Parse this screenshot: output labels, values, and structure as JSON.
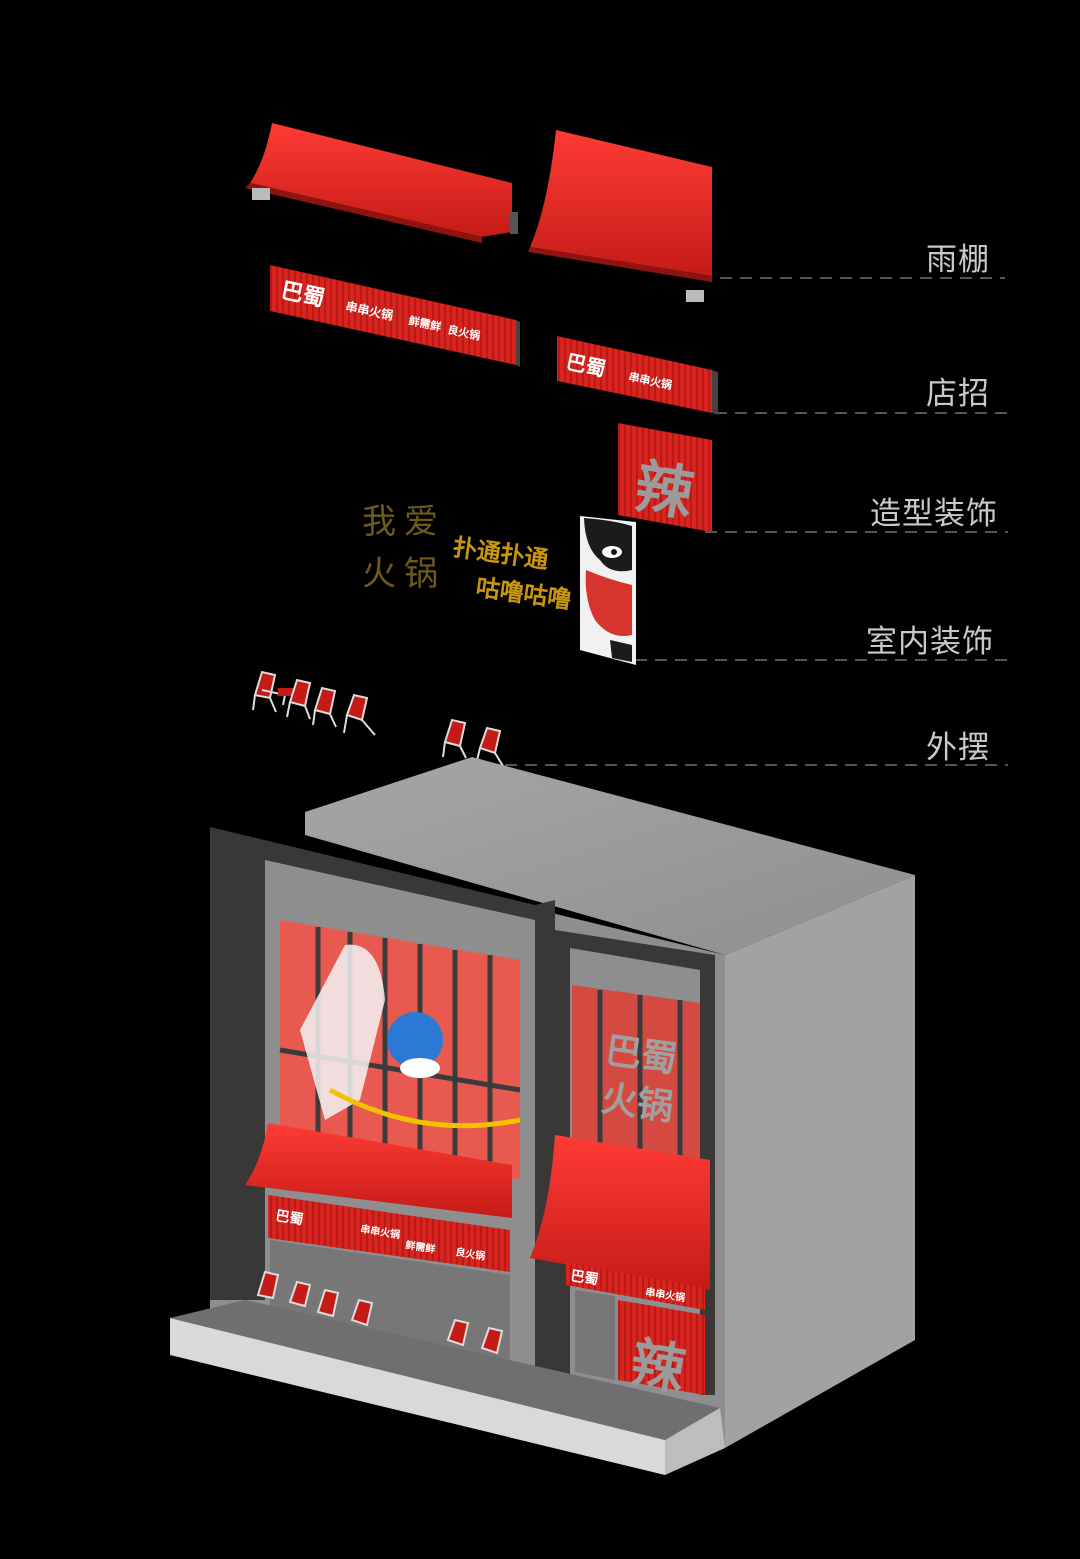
{
  "layers": [
    {
      "label": "雨棚"
    },
    {
      "label": "店招"
    },
    {
      "label": "造型装饰"
    },
    {
      "label": "室内装饰"
    },
    {
      "label": "外摆"
    }
  ],
  "signage": {
    "brand": "巴蜀",
    "slogan_1": "串串火锅",
    "slogan_2": "鲜需鲜",
    "slogan_3": "良火锅",
    "shop_brand_1": "巴蜀",
    "shop_brand_2": "火锅",
    "spicy": "辣"
  },
  "decor_text": {
    "love_1": "我爱",
    "love_2": "火锅",
    "sound_1": "扑通扑通",
    "sound_2": "咕噜咕噜"
  },
  "colors": {
    "red": "#e32a26",
    "dark_red": "#9a1a17",
    "gold": "#c8960c",
    "gray_wall": "#9a9a9a",
    "label": "#c9c9c9"
  }
}
